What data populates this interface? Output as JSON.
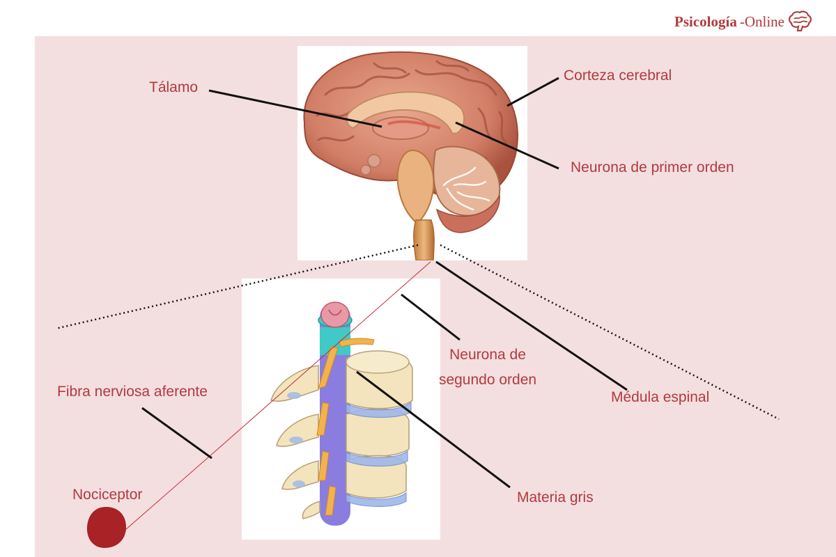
{
  "brand": {
    "name_strong": "Psicología",
    "name_light": "-Online",
    "icon": "brain-icon",
    "color": "#b23a3d"
  },
  "colors": {
    "panel_background": "#f4dfe0",
    "label_text": "#b23a3d",
    "leader_line": "#111111",
    "nerve_fiber": "#c22b32",
    "nociceptor": "#a82226"
  },
  "labels": {
    "talamo": "Tálamo",
    "corteza_cerebral": "Corteza cerebral",
    "neurona_primer_orden": "Neurona de primer orden",
    "neurona_segundo_orden_line1": "Neurona de",
    "neurona_segundo_orden_line2": "segundo orden",
    "medula_espinal": "Médula espinal",
    "fibra_nerviosa_aferente": "Fibra nerviosa aferente",
    "nociceptor": "Nociceptor",
    "materia_gris": "Materia gris"
  }
}
